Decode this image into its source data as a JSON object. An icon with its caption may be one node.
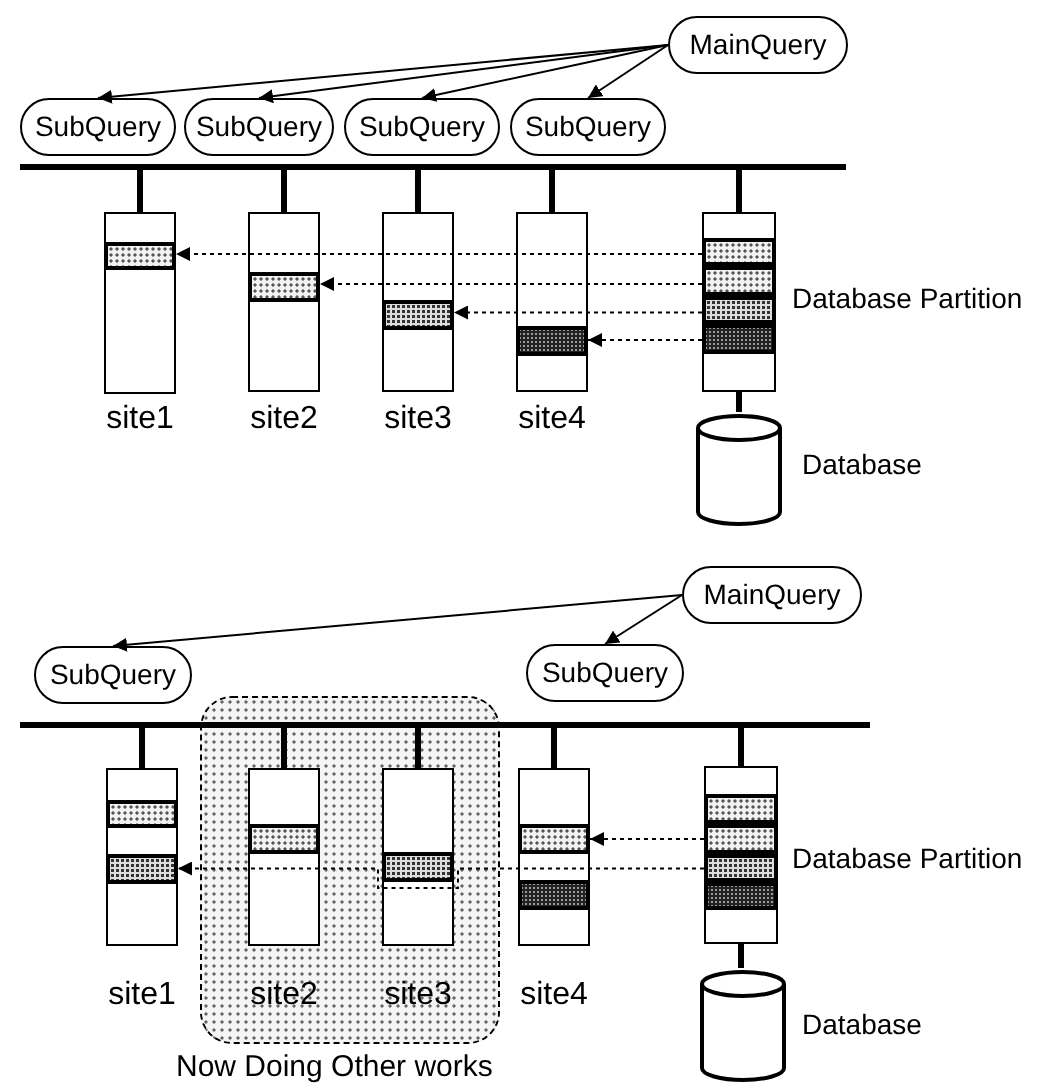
{
  "diagram": {
    "nodes": [
      {
        "text": [
          "MainQuery"
        ]
      },
      {
        "text": [
          "SubQuery"
        ]
      },
      {
        "text": [
          "SubQuery"
        ]
      },
      {
        "text": [
          "SubQuery"
        ]
      },
      {
        "text": [
          "SubQuery"
        ]
      },
      {
        "text": [],
        "shape": "box",
        "beside": [
          "site1"
        ]
      },
      {
        "text": [],
        "shape": "bar",
        "in": 5
      },
      {
        "text": [],
        "shape": "box",
        "beside": [
          "site2"
        ]
      },
      {
        "text": [],
        "shape": "bar",
        "in": 7
      },
      {
        "text": [],
        "shape": "box",
        "beside": [
          "site3"
        ]
      },
      {
        "text": [],
        "shape": "bar",
        "in": 9
      },
      {
        "text": [],
        "shape": "box",
        "beside": [
          "site4"
        ]
      },
      {
        "text": [],
        "shape": "bar",
        "in": 11
      },
      {
        "text": [],
        "shape": "box",
        "beside": [
          "Database Partition"
        ]
      },
      {
        "text": [],
        "shape": "bar",
        "in": 13
      },
      {
        "text": [],
        "shape": "bar",
        "in": 13
      },
      {
        "text": [],
        "shape": "bar",
        "in": 13
      },
      {
        "text": [],
        "shape": "bar",
        "in": 13
      },
      {
        "text": [],
        "shape": "cylinder",
        "beside": [
          "Database"
        ]
      },
      {
        "text": [
          "MainQuery"
        ]
      },
      {
        "text": [
          "SubQuery"
        ]
      },
      {
        "text": [
          "SubQuery"
        ]
      },
      {
        "text": [
          "Now Doing Other works"
        ]
      },
      {
        "text": [],
        "shape": "box",
        "beside": [
          "site1"
        ]
      },
      {
        "text": [],
        "shape": "bar",
        "in": 23
      },
      {
        "text": [],
        "shape": "bar",
        "in": 23
      },
      {
        "text": [],
        "shape": "box",
        "beside": [
          "site2"
        ],
        "in": 22
      },
      {
        "text": [],
        "shape": "bar",
        "in": 26
      },
      {
        "text": [],
        "shape": "box",
        "beside": [
          "site3"
        ],
        "in": 22
      },
      {
        "text": [],
        "shape": "bar",
        "in": 28
      },
      {
        "text": [],
        "shape": "box",
        "beside": [
          "site4"
        ]
      },
      {
        "text": [],
        "shape": "bar",
        "in": 30
      },
      {
        "text": [],
        "shape": "bar",
        "in": 30
      },
      {
        "text": [],
        "shape": "box",
        "beside": [
          "Database Partition"
        ]
      },
      {
        "text": [],
        "shape": "bar",
        "in": 33
      },
      {
        "text": [],
        "shape": "bar",
        "in": 33
      },
      {
        "text": [],
        "shape": "bar",
        "in": 33
      },
      {
        "text": [],
        "shape": "bar",
        "in": 33
      },
      {
        "text": [],
        "shape": "cylinder",
        "beside": [
          "Database"
        ]
      },
      {
        "text": [],
        "shape": "bar"
      },
      {
        "text": [],
        "shape": "bar"
      }
    ],
    "edges": [
      {
        "from": 0,
        "to": 1,
        "arrow": "to"
      },
      {
        "from": 0,
        "to": 2,
        "arrow": "to"
      },
      {
        "from": 0,
        "to": 3,
        "arrow": "to"
      },
      {
        "from": 0,
        "to": 4,
        "arrow": "to"
      },
      {
        "from": 14,
        "to": 6,
        "arrow": "to",
        "style": "dashed"
      },
      {
        "from": 15,
        "to": 8,
        "arrow": "to",
        "style": "dashed"
      },
      {
        "from": 16,
        "to": 10,
        "arrow": "to",
        "style": "dashed"
      },
      {
        "from": 17,
        "to": 12,
        "arrow": "to",
        "style": "dashed"
      },
      {
        "from": 13,
        "to": 18,
        "arrow": "none",
        "style": "thick"
      },
      {
        "from": 19,
        "to": 20,
        "arrow": "to"
      },
      {
        "from": 19,
        "to": 21,
        "arrow": "to"
      },
      {
        "from": 35,
        "to": 31,
        "arrow": "to",
        "style": "dashed"
      },
      {
        "from": 36,
        "to": 25,
        "arrow": "to",
        "style": "dashed"
      },
      {
        "from": 33,
        "to": 38,
        "arrow": "none",
        "style": "thick"
      },
      {
        "from": 39,
        "to": 5,
        "arrow": "none",
        "style": "thick"
      },
      {
        "from": 39,
        "to": 7,
        "arrow": "none",
        "style": "thick"
      },
      {
        "from": 39,
        "to": 9,
        "arrow": "none",
        "style": "thick"
      },
      {
        "from": 39,
        "to": 11,
        "arrow": "none",
        "style": "thick"
      },
      {
        "from": 39,
        "to": 13,
        "arrow": "none",
        "style": "thick"
      },
      {
        "from": 40,
        "to": 23,
        "arrow": "none",
        "style": "thick"
      },
      {
        "from": 40,
        "to": 26,
        "arrow": "none",
        "style": "thick"
      },
      {
        "from": 40,
        "to": 28,
        "arrow": "none",
        "style": "thick"
      },
      {
        "from": 40,
        "to": 30,
        "arrow": "none",
        "style": "thick"
      },
      {
        "from": 40,
        "to": 33,
        "arrow": "none",
        "style": "thick"
      }
    ]
  }
}
